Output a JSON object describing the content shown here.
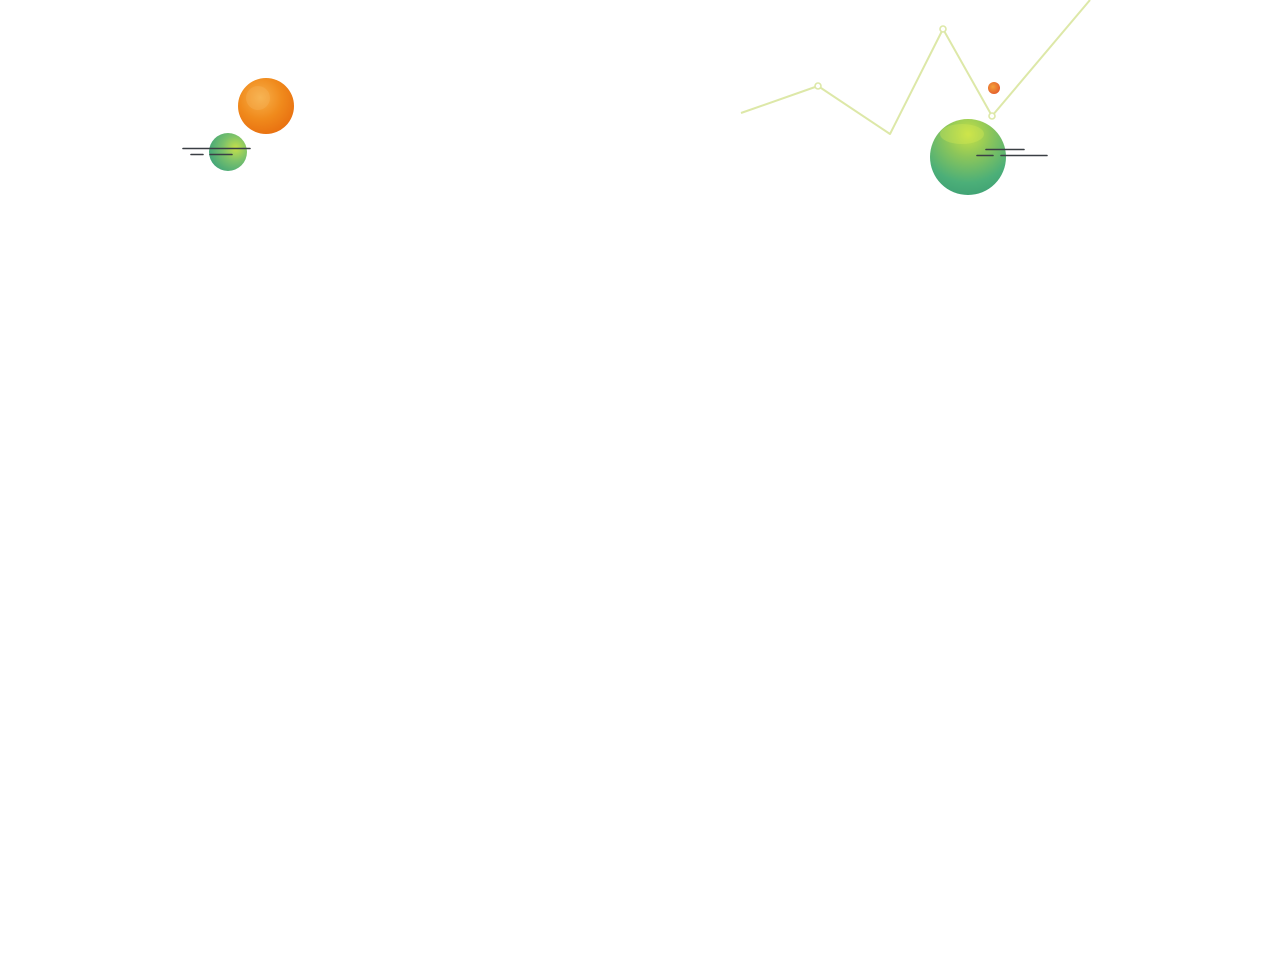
{
  "colors": {
    "background": "#ffffff",
    "orange_planet": "#f08a1c",
    "orange_planet_light": "#f7b04a",
    "green_planet": "#4cae7a",
    "green_planet_light": "#c6e04a",
    "zigzag_line": "#dde8a8",
    "dash_lines": "#3a3f44",
    "small_dot": "#e2572a"
  },
  "decorations": {
    "left_cluster": [
      "orange-planet",
      "green-planet",
      "dash-lines"
    ],
    "right_cluster": [
      "zigzag-line",
      "small-orange-dot",
      "large-green-planet",
      "dash-lines"
    ]
  }
}
